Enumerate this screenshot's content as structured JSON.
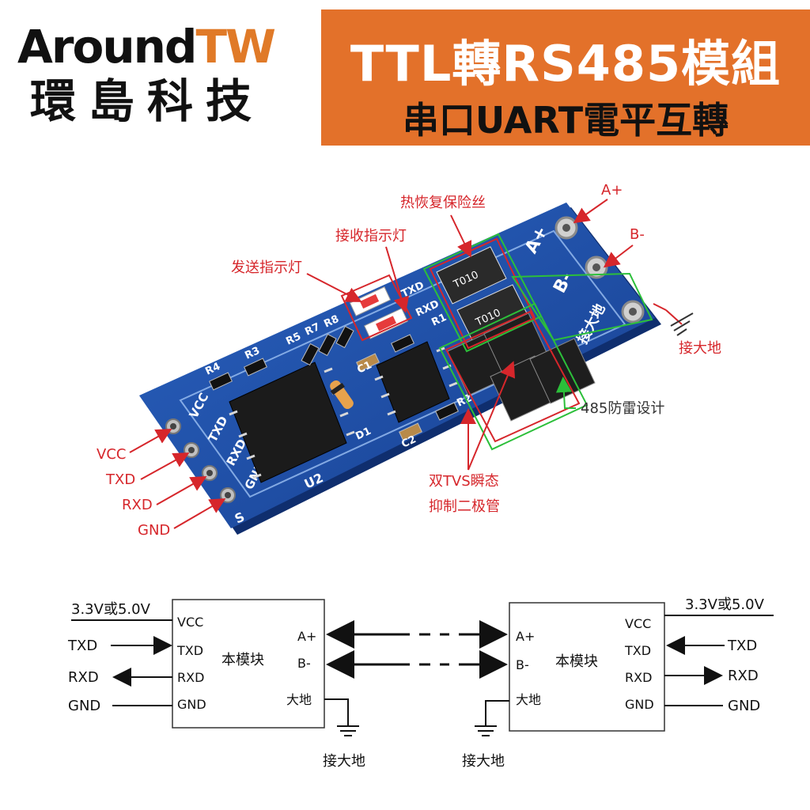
{
  "brand": {
    "name_part1": "Around",
    "name_part2": "TW",
    "name_zh": "環島科技"
  },
  "banner": {
    "line1": "TTL轉RS485模組",
    "line2": "串口UART電平互轉"
  },
  "colors": {
    "accent": "#e3712a",
    "pcb_blue": "#1f4fa8",
    "callout_red": "#d6262b",
    "callout_green": "#2cbf3a"
  },
  "callouts": {
    "a_plus": "A+",
    "b_minus": "B-",
    "fuse": "热恢复保险丝",
    "rx_led": "接收指示灯",
    "tx_led": "发送指示灯",
    "ground": "接大地",
    "surge": "485防雷设计",
    "tvs_line1": "双TVS瞬态",
    "tvs_line2": "抑制二极管",
    "pin_vcc": "VCC",
    "pin_txd": "TXD",
    "pin_rxd": "RXD",
    "pin_gnd": "GND"
  },
  "pcb_silk": {
    "vcc": "VCC",
    "txd": "TXD",
    "rxd": "RXD",
    "gnd": "GND",
    "r1": "R1",
    "r2": "R2",
    "r3": "R3",
    "r4": "R4",
    "r5": "R5",
    "r7": "R7",
    "r8": "R8",
    "c1": "C1",
    "c2": "C2",
    "d1": "D1",
    "u2": "U2",
    "a_plus": "A+",
    "b_minus": "B-",
    "ground": "接大地",
    "s": "S",
    "txd_led": "TXD",
    "rxd_led": "RXD",
    "fuse1": "T010",
    "fuse2": "T010"
  },
  "wiring": {
    "left": {
      "supply": "3.3V或5.0V",
      "txd": "TXD",
      "rxd": "RXD",
      "gnd": "GND",
      "pin_vcc": "VCC",
      "pin_txd": "TXD",
      "pin_rxd": "RXD",
      "pin_gnd": "GND",
      "pin_a": "A+",
      "pin_b": "B-",
      "pin_earth": "大地",
      "module": "本模块",
      "earth_label": "接大地"
    },
    "right": {
      "supply": "3.3V或5.0V",
      "txd": "TXD",
      "rxd": "RXD",
      "gnd": "GND",
      "pin_vcc": "VCC",
      "pin_txd": "TXD",
      "pin_rxd": "RXD",
      "pin_gnd": "GND",
      "pin_a": "A+",
      "pin_b": "B-",
      "pin_earth": "大地",
      "module": "本模块",
      "earth_label": "接大地"
    }
  }
}
